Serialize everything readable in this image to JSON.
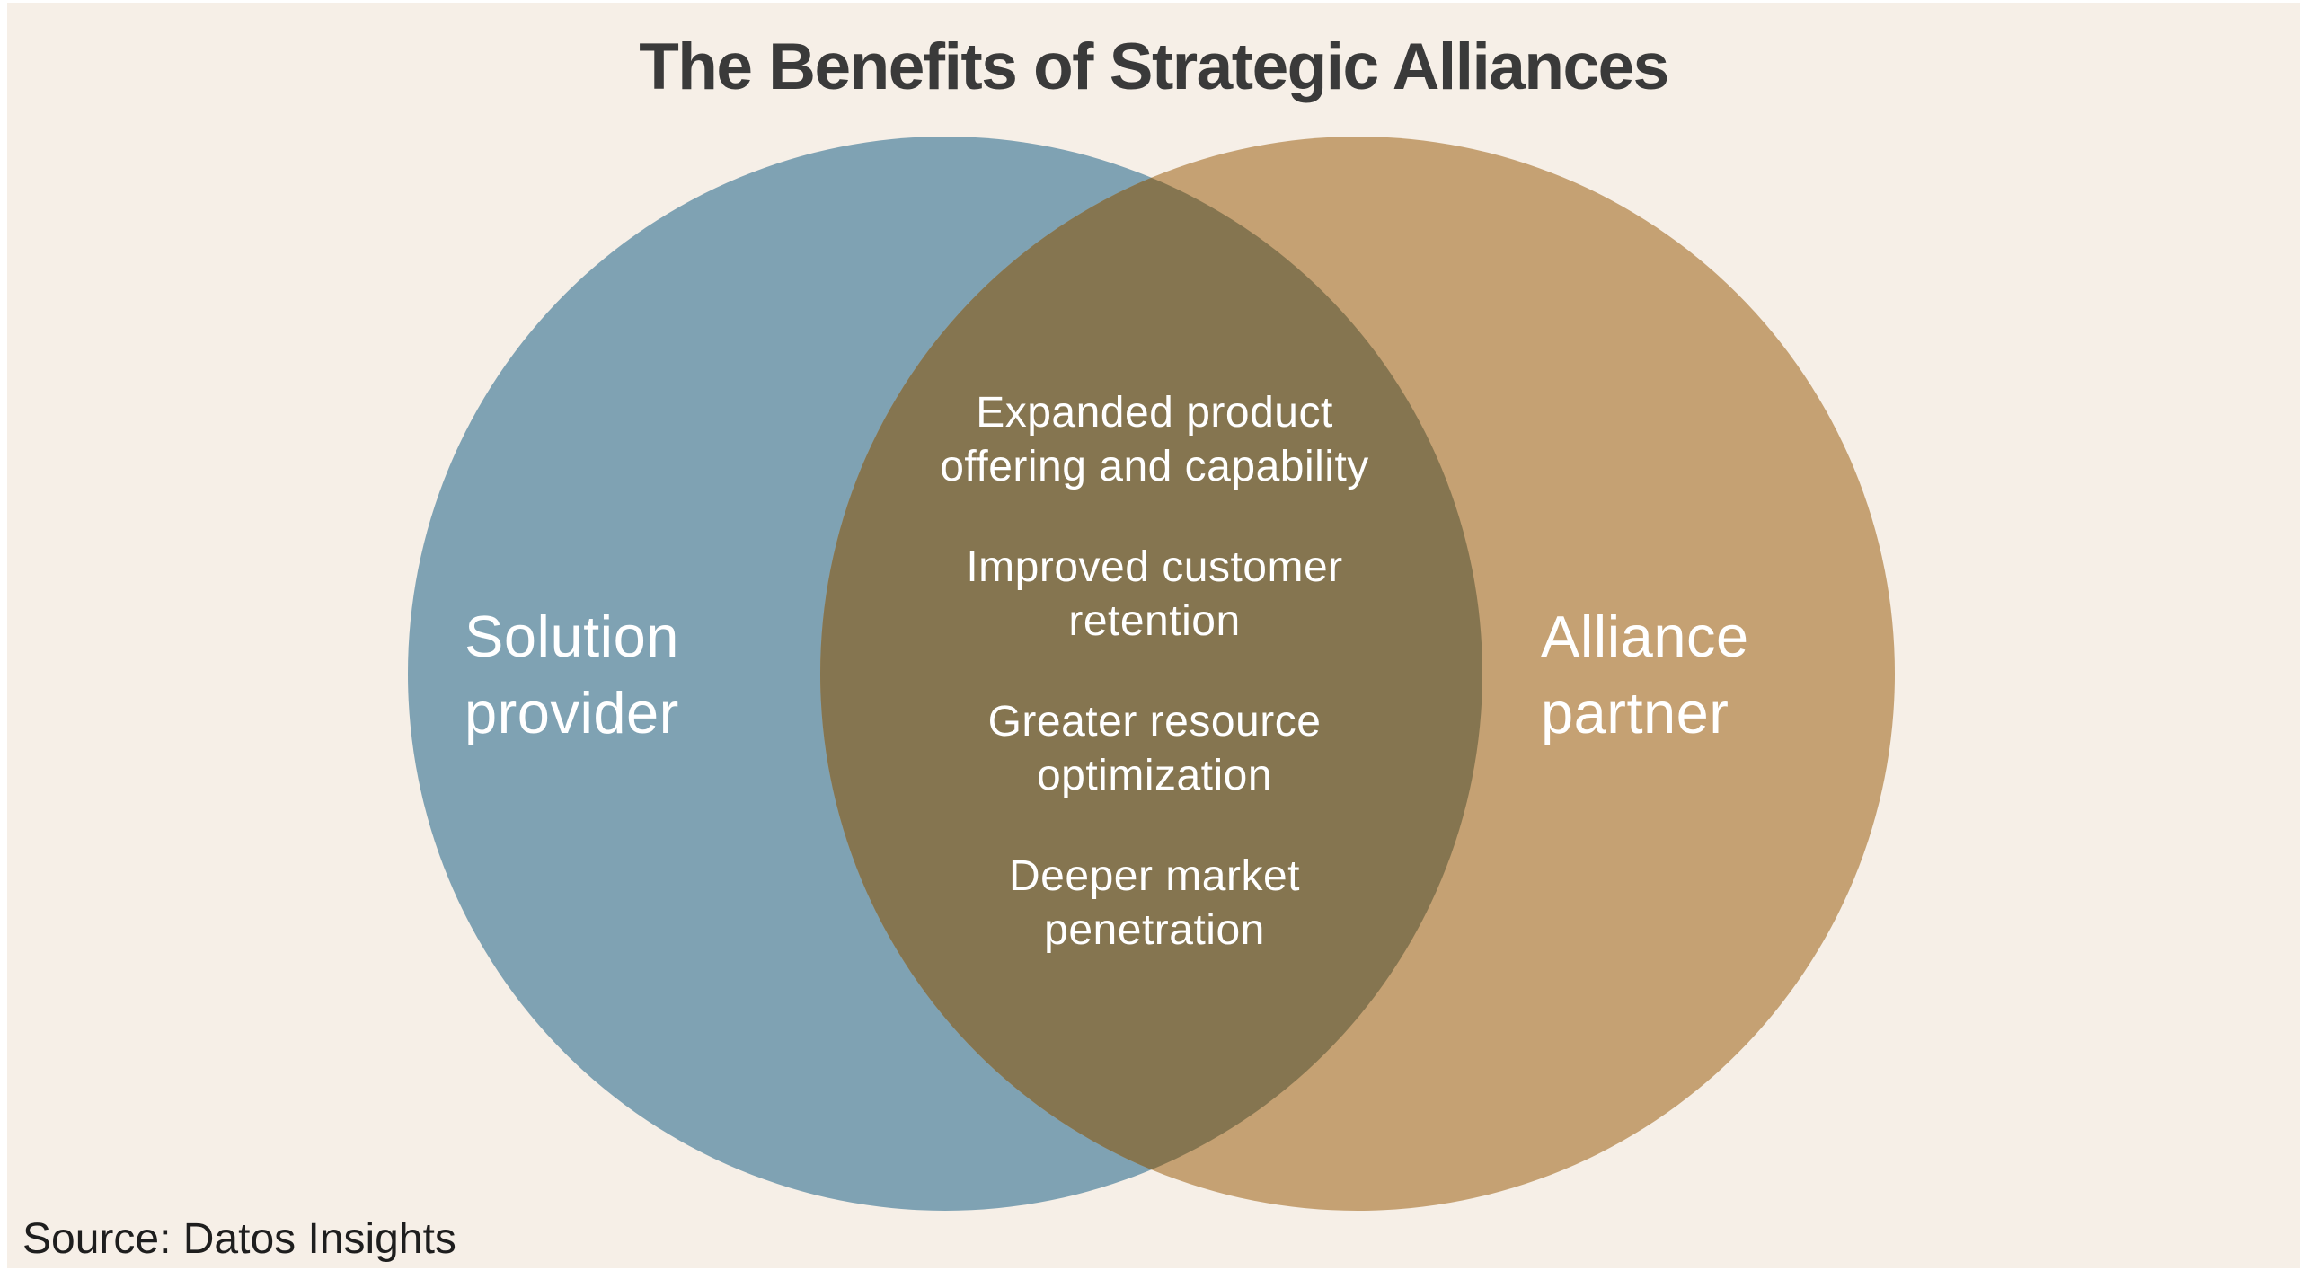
{
  "title": "The Benefits of Strategic Alliances",
  "source_note": "Source: Datos Insights",
  "venn": {
    "left_circle": {
      "label": "Solution\nprovider",
      "color": "#7FA2B3"
    },
    "right_circle": {
      "label": "Alliance\npartner",
      "color": "#C5A173"
    },
    "overlap": {
      "color": "#857550",
      "benefits": [
        "Expanded product\noffering and capability",
        "Improved customer\nretention",
        "Greater resource\noptimization",
        "Deeper market\npenetration"
      ]
    }
  },
  "colors": {
    "page_background": "#FFFFFF",
    "canvas_background": "#F6EFE7",
    "title_text": "#3A3A3A",
    "label_text": "#FFFFFF",
    "source_text": "#1E1E1E"
  }
}
